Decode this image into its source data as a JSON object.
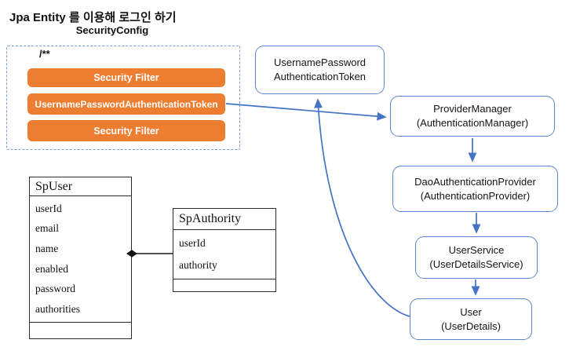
{
  "title": "Jpa Entity 를 이용해 로그인 하기",
  "subtitle": "SecurityConfig",
  "colors": {
    "accent_orange": "#ED7D31",
    "accent_blue": "#4472C4",
    "node_border_blue": "#5B87C9",
    "dashed_frame_blue": "#7B9FD4"
  },
  "security_config": {
    "comment_label": "/**",
    "filter_top": "Security Filter",
    "token_filter": "UsernamePasswordAuthenticationToken",
    "filter_bottom": "Security Filter"
  },
  "flow": {
    "token_box": "UsernamePassword\nAuthenticationToken",
    "provider_manager": "ProviderManager\n(AuthenticationManager)",
    "dao_provider": "DaoAuthenticationProvider\n(AuthenticationProvider)",
    "user_service": "UserService\n(UserDetailsService)",
    "user": "User\n(UserDetails)"
  },
  "entities": {
    "sp_user": {
      "name": "SpUser",
      "fields": [
        "userId",
        "email",
        "name",
        "enabled",
        "password",
        "authorities"
      ]
    },
    "sp_authority": {
      "name": "SpAuthority",
      "fields": [
        "userId",
        "authority"
      ]
    }
  }
}
